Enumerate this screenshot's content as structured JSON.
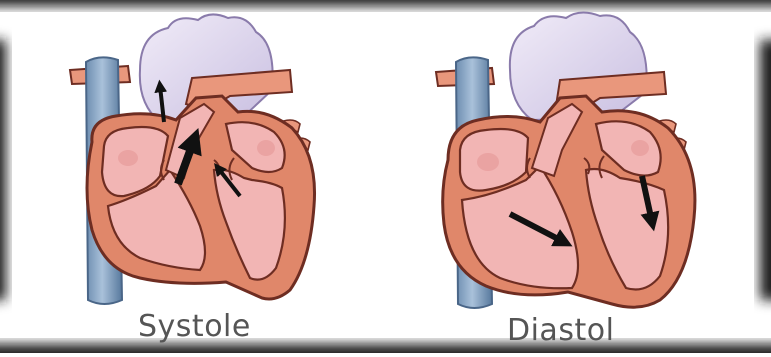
{
  "panels": [
    {
      "caption": "Systole",
      "phase": "systole"
    },
    {
      "caption": "Diastol",
      "phase": "diastole"
    }
  ],
  "colors": {
    "myocardium": "#e0876a",
    "myocardium_outline": "#6e2d22",
    "chamber": "#f2b5b4",
    "chamber_shadow": "#e7a09e",
    "vena_cava": "#7f9ebf",
    "pulmonary_artery": "#d7cfe9",
    "arrow": "#111111",
    "caption_text": "#555555",
    "frame_shadow": "#2b2b2b"
  }
}
